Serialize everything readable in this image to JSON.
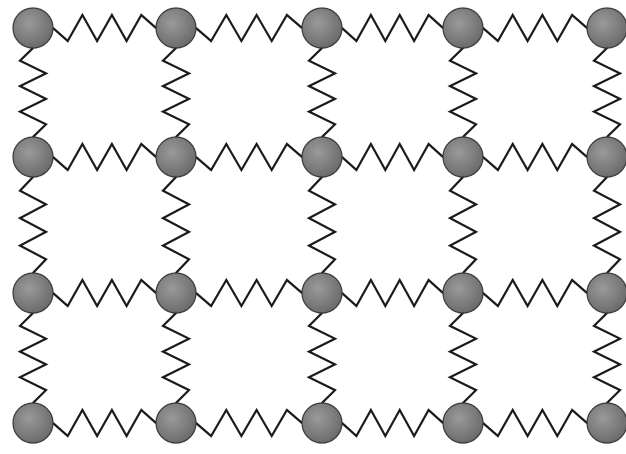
{
  "lattice": {
    "rows": 4,
    "columns": 5,
    "colors": {
      "background": "#ffffff",
      "mass_fill": "#7d7d7d",
      "mass_stroke": "#3a3a3a",
      "spring": "#1a1a1a"
    },
    "icons": {
      "node": "mass-circle",
      "link": "zigzag-spring"
    }
  }
}
